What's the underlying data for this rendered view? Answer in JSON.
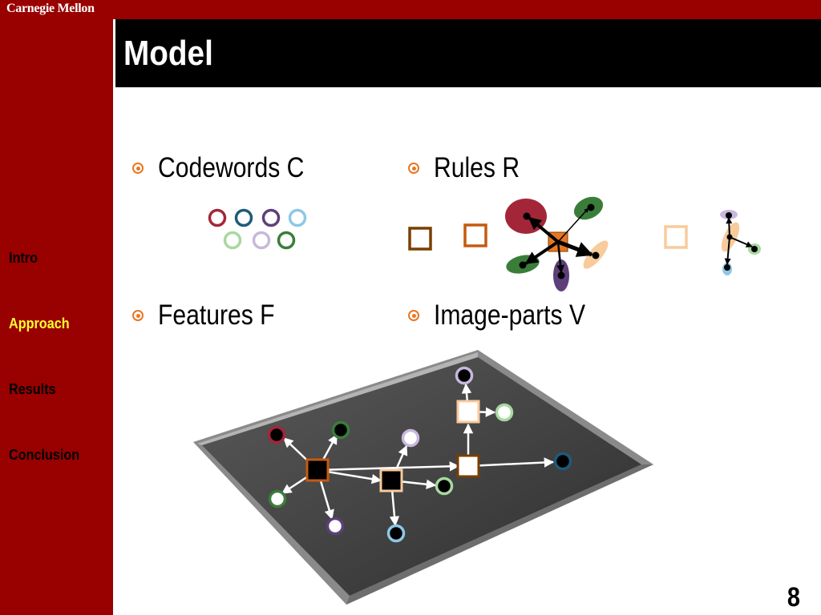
{
  "header": {
    "logo_text": "Carnegie Mellon"
  },
  "slide": {
    "title": "Model",
    "page_number": "8"
  },
  "sidebar": {
    "items": [
      {
        "label": "Intro",
        "active": false
      },
      {
        "label": "Approach",
        "active": true
      },
      {
        "label": "Results",
        "active": false
      },
      {
        "label": "Conclusion",
        "active": false
      }
    ]
  },
  "bullets": {
    "codewords": "Codewords C",
    "rules": "Rules R",
    "features": "Features F",
    "image_parts": "Image-parts V"
  },
  "colors": {
    "brand_red": "#990000",
    "bullet_orange": "#e87722",
    "active_nav": "#ffff33",
    "codeword_red": "#a32638",
    "codeword_blue": "#1f5a7a",
    "codeword_purple": "#5e3f7a",
    "codeword_lightblue": "#8cc8e8",
    "codeword_lightgreen": "#a8d8a0",
    "codeword_lavender": "#c8b8dc",
    "codeword_green": "#3a7d3a",
    "rule_brown": "#7a3e00",
    "rule_orange": "#c55a11",
    "rule_peach": "#f8cb9c"
  }
}
